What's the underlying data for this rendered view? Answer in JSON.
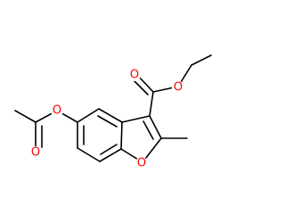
{
  "molecule": {
    "atoms": [
      {
        "id": "o-ester-carbonyl",
        "symbol": "O",
        "color": "#ff0000"
      },
      {
        "id": "o-ester-ether",
        "symbol": "O",
        "color": "#ff0000"
      },
      {
        "id": "o-acetoxy-ether",
        "symbol": "O",
        "color": "#ff0000"
      },
      {
        "id": "o-acetyl-carbonyl",
        "symbol": "O",
        "color": "#ff0000"
      },
      {
        "id": "o-furan-ring",
        "symbol": "O",
        "color": "#ff0000"
      }
    ],
    "bond_color": "#000000",
    "background": "#ffffff"
  }
}
